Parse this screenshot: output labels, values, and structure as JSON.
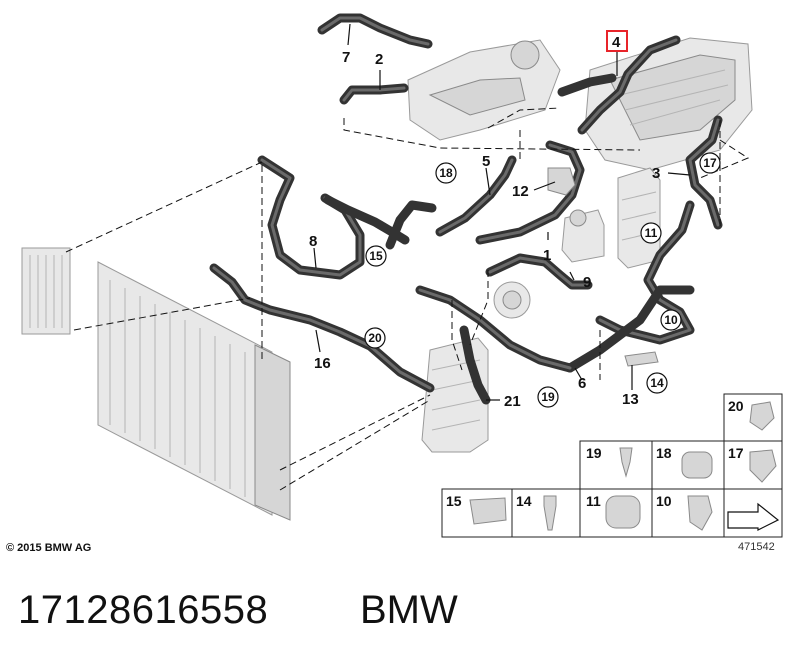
{
  "callouts": {
    "c1": "1",
    "c2": "2",
    "c3": "3",
    "c4": "4",
    "c5": "5",
    "c6": "6",
    "c7": "7",
    "c8": "8",
    "c9": "9",
    "c10": "10",
    "c11": "11",
    "c12": "12",
    "c13": "13",
    "c14": "14",
    "c15": "15",
    "c16": "16",
    "c17": "17",
    "c18": "18",
    "c19": "19",
    "c20": "20",
    "c21": "21"
  },
  "legend": {
    "l20": "20",
    "l19": "19",
    "l18": "18",
    "l17": "17",
    "l15": "15",
    "l14": "14",
    "l11": "11",
    "l10": "10"
  },
  "footer": {
    "copyright": "© 2015 BMW AG",
    "diagram_id": "471542"
  },
  "caption": {
    "part_number": "17128616558",
    "brand": "BMW"
  },
  "highlight_color": "#e8242a"
}
